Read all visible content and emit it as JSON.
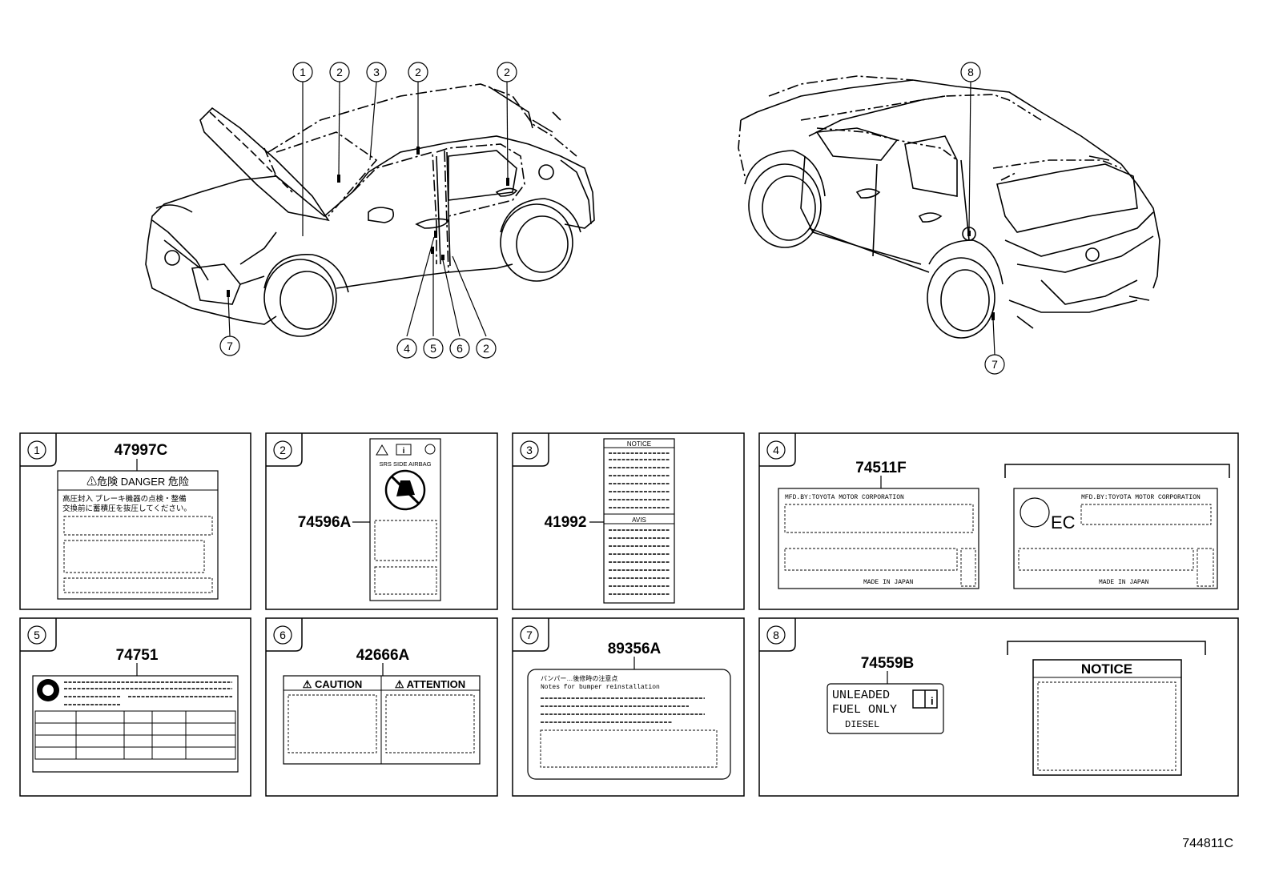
{
  "drawing_number": "744811C",
  "callouts_front": [
    "1",
    "2",
    "3",
    "2",
    "2",
    "7",
    "4",
    "5",
    "6",
    "2"
  ],
  "callouts_rear": [
    "8",
    "7"
  ],
  "panels": [
    {
      "index": "1",
      "part": "47997C",
      "label": {
        "title": "⚠危険  DANGER  危险",
        "line1": "高圧封入  ブレーキ機器の点検・整備",
        "line2": "交換前に蓄積圧を抜圧してください。"
      }
    },
    {
      "index": "2",
      "part": "74596A",
      "label": {
        "caption": "SRS  SIDE  AIRBAG"
      }
    },
    {
      "index": "3",
      "part": "41992",
      "label": {
        "notice": "NOTICE",
        "avis": "AVIS"
      }
    },
    {
      "index": "4",
      "part": "74511F",
      "label": {
        "maker": "MFD.BY:TOYOTA MOTOR CORPORATION",
        "origin": "MADE IN JAPAN",
        "maker_b": "MFD.BY:TOYOTA MOTOR CORPORATION",
        "origin_b": "MADE IN JAPAN",
        "ec": "EC"
      }
    },
    {
      "index": "5",
      "part": "74751",
      "label": {}
    },
    {
      "index": "6",
      "part": "42666A",
      "label": {
        "caution": "⚠ CAUTION",
        "attention": "⚠ ATTENTION"
      }
    },
    {
      "index": "7",
      "part": "89356A",
      "label": {
        "line1": "バンパー…後修時の注意点",
        "line2": "Notes for bumper reinstallation"
      }
    },
    {
      "index": "8",
      "part": "74559B",
      "label": {
        "unleaded": "UNLEADED",
        "fuel_only": "FUEL ONLY",
        "diesel": "DIESEL",
        "notice": "NOTICE"
      }
    }
  ]
}
